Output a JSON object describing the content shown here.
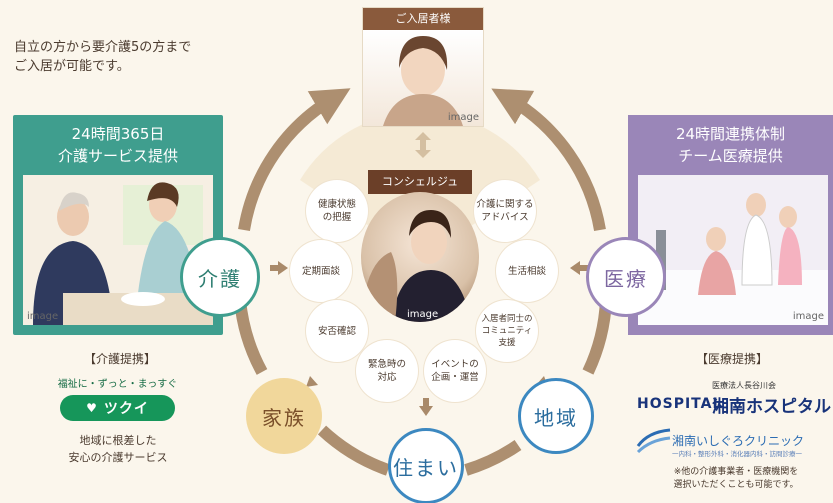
{
  "intro": {
    "line1": "自立の方から要介護5の方まで",
    "line2": "ご入居が可能です。"
  },
  "resident": {
    "title": "ご入居者様",
    "image_caption": "image"
  },
  "concierge": {
    "title": "コンシェルジュ",
    "image_caption": "image"
  },
  "left_panel": {
    "title_line1": "24時間365日",
    "title_line2": "介護サービス提供",
    "image_caption": "image",
    "accent": "#3f9e8e"
  },
  "right_panel": {
    "title_line1": "24時間連携体制",
    "title_line2": "チーム医療提供",
    "image_caption": "image",
    "accent": "#9a86b8"
  },
  "services": [
    {
      "label": "健康状態\nの把握"
    },
    {
      "label": "介護に関する\nアドバイス"
    },
    {
      "label": "定期面談"
    },
    {
      "label": "生活相談"
    },
    {
      "label": "安否確認"
    },
    {
      "label": "入居者同士の\nコミュニティ\n支援"
    },
    {
      "label": "緊急時の\n対応"
    },
    {
      "label": "イベントの\n企画・運営"
    }
  ],
  "roles": {
    "kaigo": "介護",
    "iryo": "医療",
    "kazoku": "家族",
    "chiiki": "地域",
    "sumai": "住まい"
  },
  "left_partner": {
    "heading": "【介護提携】",
    "slogan": "福祉に・ずっと・まっすぐ",
    "logo_text": "ツクイ",
    "note_line1": "地域に根差した",
    "note_line2": "安心の介護サービス"
  },
  "right_partner": {
    "heading": "【医療提携】",
    "hospital_logo": "HOSPITAL",
    "hospital_corp": "医療法人長谷川会",
    "hospital_name": "湘南ホスピタル",
    "clinic_name": "湘南いしぐろクリニック",
    "clinic_sub": "一内科・整形外科・消化器内科・訪問診療一",
    "note_line1": "※他の介護事業者・医療機関を",
    "note_line2": "選択いただくことも可能です。"
  },
  "colors": {
    "arrow": "#a98a6a",
    "teal": "#3f9e8e",
    "purple": "#9a86b8",
    "blue": "#3c88c0",
    "gold": "#f1d79b",
    "brown": "#6b3f28"
  }
}
